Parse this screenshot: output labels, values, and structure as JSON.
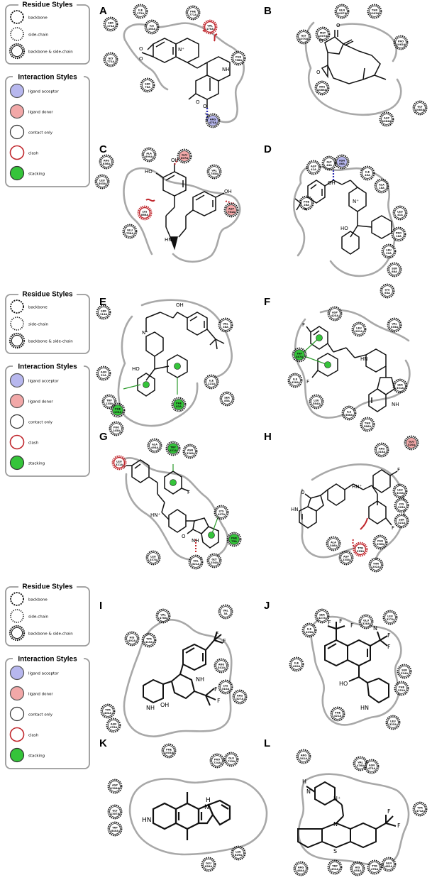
{
  "legend": {
    "residue_title": "Residue Styles",
    "residue_items": [
      "backbone",
      "side-chain",
      "backbone & side-chain"
    ],
    "interaction_title": "Interaction Styles",
    "interaction_items": [
      "ligand acceptor",
      "ligand donor",
      "contact only",
      "clash",
      "stacking"
    ]
  },
  "colors": {
    "acceptor": "#b7b7ee",
    "donor": "#f2a8a8",
    "contact": "#ffffff",
    "clash": "#c0262c",
    "stacking": "#35c43a",
    "pocket": "#a8a8a8",
    "hbond": "#2b2bb0",
    "pi_line": "#2a9a2a"
  },
  "panels": [
    {
      "label": "A",
      "residues": [
        [
          "ILE\n172A",
          "side"
        ],
        [
          "PHE\n771A",
          "side"
        ],
        [
          "SER\n174A",
          "side"
        ],
        [
          "ILE\n163A",
          "side"
        ],
        [
          "VAL\n170A",
          "clash"
        ],
        [
          "PHE\n768A",
          "side"
        ],
        [
          "GLY\n772A",
          "side"
        ],
        [
          "SER\n76A",
          "side"
        ],
        [
          "ARG\n475A",
          "acceptor"
        ]
      ]
    },
    {
      "label": "B",
      "residues": [
        [
          "GLN\n1007A",
          "side"
        ],
        [
          "THR\n1003A",
          "side"
        ],
        [
          "MET\n1007A",
          "side"
        ],
        [
          "GLY\n1070A",
          "side"
        ],
        [
          "PRO\n1062A",
          "side"
        ],
        [
          "ARG\n1086A",
          "side"
        ],
        [
          "GLY\n1083A",
          "side"
        ],
        [
          "ASP\n1084A",
          "side"
        ]
      ]
    },
    {
      "label": "C",
      "residues": [
        [
          "ALA\n699A",
          "side"
        ],
        [
          "GLU\n607A",
          "donor"
        ],
        [
          "ARG\n836A",
          "side"
        ],
        [
          "LEU\n505A",
          "side"
        ],
        [
          "VAL\n785A",
          "side"
        ],
        [
          "LYS\n866A",
          "clash"
        ],
        [
          "GLU\n758A",
          "side"
        ],
        [
          "ASP\n761A",
          "donor"
        ]
      ]
    },
    {
      "label": "D",
      "residues": [
        [
          "ASP\n41A",
          "side"
        ],
        [
          "GLY\n44A",
          "side"
        ],
        [
          "ASN\n86A",
          "acceptor"
        ],
        [
          "ILE\n45A",
          "side"
        ],
        [
          "ALA\n18A",
          "side"
        ],
        [
          "PHE\n28A",
          "side"
        ],
        [
          "LEU\n41A",
          "side"
        ],
        [
          "PRO\n18A",
          "side"
        ],
        [
          "LEU\n22A",
          "side"
        ],
        [
          "SER\n88A",
          "side"
        ],
        [
          "LYS\n63A",
          "side"
        ]
      ]
    },
    {
      "label": "E",
      "residues": [
        [
          "SER\n114A",
          "side"
        ],
        [
          "VAL\n38A",
          "side"
        ],
        [
          "ASN\n51A",
          "side"
        ],
        [
          "TRP\n135A",
          "side"
        ],
        [
          "ILE\n121A",
          "side"
        ],
        [
          "SER\n85A",
          "side"
        ],
        [
          "PHE\n195A",
          "stacking"
        ],
        [
          "PHE\n83A",
          "stacking"
        ],
        [
          "PRO\n145A",
          "side"
        ]
      ]
    },
    {
      "label": "F",
      "residues": [
        [
          "ASP\n425A",
          "side"
        ],
        [
          "LEU\n261A",
          "side"
        ],
        [
          "VAL\n535A",
          "side"
        ],
        [
          "TRP\n387A",
          "stacking"
        ],
        [
          "ILE\n428A",
          "side"
        ],
        [
          "LEU\n584A",
          "side"
        ],
        [
          "SER\n331A",
          "side"
        ],
        [
          "ILE\n586A",
          "side"
        ],
        [
          "THR\n586A",
          "side"
        ]
      ]
    },
    {
      "label": "G",
      "residues": [
        [
          "ALA\n495A",
          "side"
        ],
        [
          "TRP\n251A",
          "stacking"
        ],
        [
          "ASN\n336A",
          "side"
        ],
        [
          "LEU\n321A",
          "clash"
        ],
        [
          "LYS\n497A",
          "side"
        ],
        [
          "PHE\n75A",
          "stacking"
        ],
        [
          "LEU\n357A",
          "side"
        ],
        [
          "GLY\n254A",
          "side"
        ],
        [
          "VAL\n521A",
          "side"
        ],
        [
          "GLU\n520A",
          "donor"
        ]
      ]
    },
    {
      "label": "H",
      "residues": [
        [
          "ARG\n316A",
          "side"
        ],
        [
          "LEU\n325A",
          "side"
        ],
        [
          "LYS\n345A",
          "side"
        ],
        [
          "SER\n321A",
          "side"
        ],
        [
          "PHE\n296A",
          "side"
        ],
        [
          "THR\n202A",
          "side"
        ],
        [
          "TYR\n233A",
          "clash"
        ],
        [
          "ASP\n235A",
          "side"
        ],
        [
          "ALA\n346A",
          "side"
        ]
      ]
    },
    {
      "label": "I",
      "residues": [
        [
          "VAL\n476A",
          "side"
        ],
        [
          "VAL\n3A",
          "side"
        ],
        [
          "HIS\n492A",
          "side"
        ],
        [
          "TYR\n415A",
          "side"
        ],
        [
          "ARG\n541A",
          "side"
        ],
        [
          "LYS\n510A",
          "side"
        ],
        [
          "ARG\n327A",
          "side"
        ],
        [
          "TYR\n402A",
          "side"
        ],
        [
          "ASN\n476A",
          "side"
        ]
      ]
    },
    {
      "label": "J",
      "residues": [
        [
          "SER\n427A",
          "side"
        ],
        [
          "ILE\n423A",
          "side"
        ],
        [
          "GLU\n328A",
          "side"
        ],
        [
          "LEU\n327A",
          "side"
        ],
        [
          "ILE\n420A",
          "side"
        ],
        [
          "SER\n324A",
          "side"
        ],
        [
          "PHE\n331A",
          "side"
        ],
        [
          "PHE\n421A",
          "side"
        ],
        [
          "LEU\n325A",
          "side"
        ]
      ]
    },
    {
      "label": "K",
      "residues": [
        [
          "PHE\n1003A",
          "side"
        ],
        [
          "PRO\n724A",
          "side"
        ],
        [
          "GLU\n722A",
          "side"
        ],
        [
          "ASP\n1304A",
          "side"
        ],
        [
          "GLY\n1307A",
          "side"
        ],
        [
          "TRP\n840A",
          "side"
        ],
        [
          "GLU\n828A",
          "side"
        ],
        [
          "LEU\n829A",
          "side"
        ]
      ]
    },
    {
      "label": "L",
      "residues": [
        [
          "ARG\n541A",
          "side"
        ],
        [
          "VAL\n476A",
          "side"
        ],
        [
          "ASN\n473A",
          "side"
        ],
        [
          "TYR\n474A",
          "side"
        ],
        [
          "ARG\n480A",
          "side"
        ],
        [
          "TRP\n492A",
          "side"
        ],
        [
          "HIS\n493A",
          "side"
        ],
        [
          "TYR\n478A",
          "side"
        ],
        [
          "GLN\n482A",
          "side"
        ]
      ]
    }
  ]
}
